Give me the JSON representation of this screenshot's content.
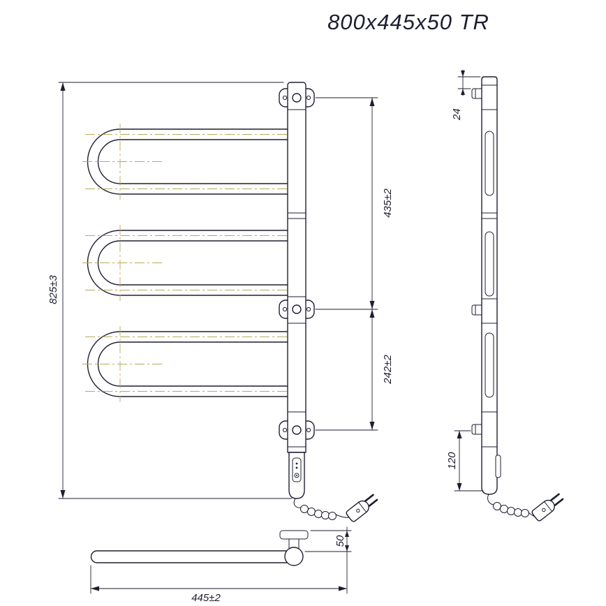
{
  "title": "800x445x50 TR",
  "dimensions": {
    "overall_height": "825±3",
    "bracket_span_upper": "435±2",
    "bracket_span_lower": "242±2",
    "top_offset": "24",
    "bottom_offset": "120",
    "overall_width": "445±2",
    "depth": "50"
  },
  "colors": {
    "ink": "#1e1e32",
    "centerline": "#b8a958",
    "background": "#ffffff"
  }
}
